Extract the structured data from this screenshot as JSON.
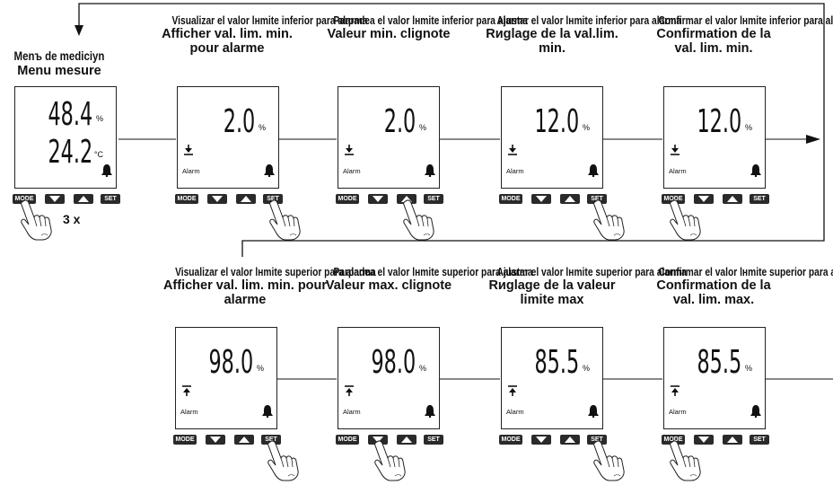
{
  "captions": [
    {
      "es": "Menъ de mediciуn",
      "fr": "Menu mesure"
    },
    {
      "es": "Visualizar el valor lнmite inferior para alarma",
      "fr": "Afficher val. lim. min. pour alarme"
    },
    {
      "es": "Parpadea el valor lнmite inferior para alarma",
      "fr": "Valeur min. cligno­te"
    },
    {
      "es": "Ajustar el valor lнmite inferior para alarma",
      "fr": "Rиglage de la val.lim. min."
    },
    {
      "es": "Confirmar el valor lнmite inferior para alarma",
      "fr": "Confirmation de la val. lim. min."
    },
    {
      "es": "Visualizar el valor lнmite superior para alarma",
      "fr": "Afficher val. lim. min. pour alarme"
    },
    {
      "es": "Parpadea el valor lнmite superior para alarma",
      "fr": "Valeur max. cligno­te"
    },
    {
      "es": "Ajustar el valor lнmite superior para alarma",
      "fr": "Rиglage de la valeur limite max"
    },
    {
      "es": "Confirmar el valor lнmite superior para alarma",
      "fr": "Confirmation de la val. lim. max."
    }
  ],
  "displays": [
    {
      "value": "48.4",
      "unit": "%",
      "value2": "24.2",
      "unit2": "°C",
      "alarm_label": "",
      "flash": false
    },
    {
      "value": "2.0",
      "unit": "%",
      "alarm_label": "Alarm",
      "limit_icon": "alarm-low-icon",
      "flash": false
    },
    {
      "value": "2.0",
      "unit": "%",
      "alarm_label": "Alarm",
      "limit_icon": "alarm-low-icon",
      "flash": true
    },
    {
      "value": "12.0",
      "unit": "%",
      "alarm_label": "Alarm",
      "limit_icon": "alarm-low-icon",
      "flash": true
    },
    {
      "value": "12.0",
      "unit": "%",
      "alarm_label": "Alarm",
      "limit_icon": "alarm-low-icon",
      "flash": false
    },
    {
      "value": "98.0",
      "unit": "%",
      "alarm_label": "Alarm",
      "limit_icon": "alarm-high-icon",
      "flash": false
    },
    {
      "value": "98.0",
      "unit": "%",
      "alarm_label": "Alarm",
      "limit_icon": "alarm-high-icon",
      "flash": true
    },
    {
      "value": "85.5",
      "unit": "%",
      "alarm_label": "Alarm",
      "limit_icon": "alarm-high-icon",
      "flash": true
    },
    {
      "value": "85.5",
      "unit": "%",
      "alarm_label": "Alarm",
      "limit_icon": "alarm-high-icon",
      "flash": false
    }
  ],
  "buttons": {
    "mode": "MODE",
    "set": "SET",
    "down_icon": "triangle-down-icon",
    "up_icon": "triangle-up-icon"
  },
  "presses": [
    "MODE",
    "SET",
    "UP",
    "SET",
    "MODE",
    "SET",
    "DOWN",
    "SET",
    "MODE"
  ],
  "press_count": "3 x",
  "icons": {
    "bell": "bell-icon",
    "hand": "pointing-hand-icon"
  }
}
